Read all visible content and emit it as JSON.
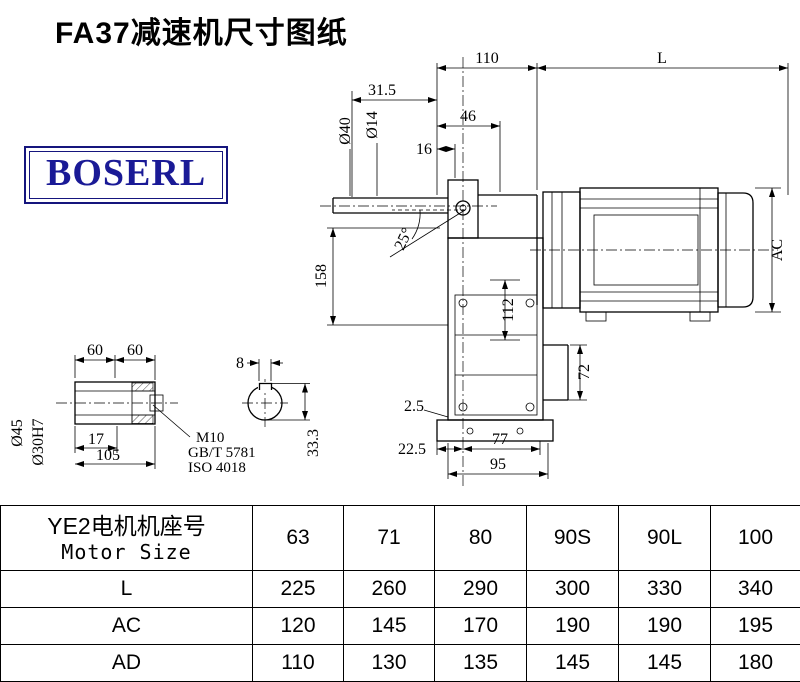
{
  "page": {
    "title": "FA37减速机尺寸图纸"
  },
  "logo": {
    "text": "BOSERL",
    "color": "#1a1a96"
  },
  "drawing": {
    "main": {
      "d110": "110",
      "dL": "L",
      "d31_5": "31.5",
      "d46": "46",
      "d16": "16",
      "dia40": "Ø40",
      "dia14": "Ø14",
      "a25": "25°",
      "d158": "158",
      "d112": "112",
      "dAC": "AC",
      "d72": "72",
      "d2_5": "2.5",
      "d22_5": "22.5",
      "d77": "77",
      "d95": "95"
    },
    "detail": {
      "d60a": "60",
      "d60b": "60",
      "d8": "8",
      "dia45": "Ø45",
      "dia30": "Ø30H7",
      "d17": "17",
      "d105": "105",
      "m10": "M10",
      "gbt": "GB/T 5781",
      "iso": "ISO 4018",
      "d33_3": "33.3"
    }
  },
  "table": {
    "header": {
      "line1": "YE2电机机座号",
      "line2": "Motor Size"
    },
    "columns": [
      "63",
      "71",
      "80",
      "90S",
      "90L",
      "100"
    ],
    "rows": [
      {
        "label": "L",
        "values": [
          "225",
          "260",
          "290",
          "300",
          "330",
          "340"
        ]
      },
      {
        "label": "AC",
        "values": [
          "120",
          "145",
          "170",
          "190",
          "190",
          "195"
        ]
      },
      {
        "label": "AD",
        "values": [
          "110",
          "130",
          "135",
          "145",
          "145",
          "180"
        ]
      }
    ]
  }
}
